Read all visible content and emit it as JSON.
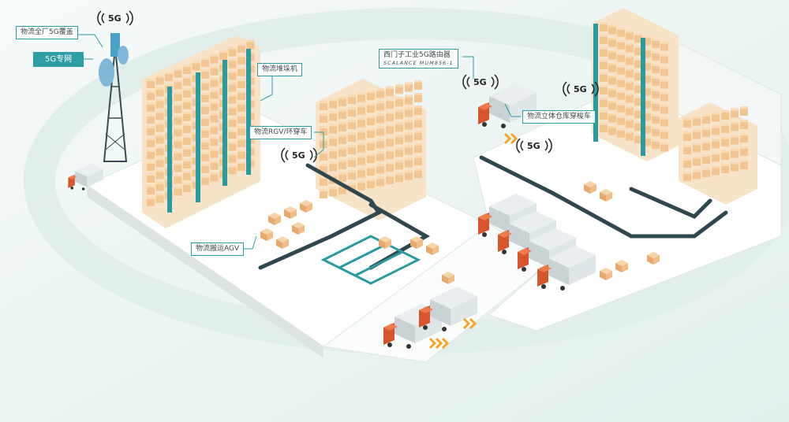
{
  "labels": {
    "factory_5g": "物流全厂5G覆盖",
    "private_5g": "5G专网",
    "stacker": "物流堆垛机",
    "rgv": "物流RGV/环穿车",
    "router_title": "西门子工业5G路由器",
    "router_model": "SCALANCE MUM856-1",
    "shuttle": "物流立体仓库穿梭车",
    "agv": "物流搬运AGV"
  },
  "signal_text": "5G",
  "colors": {
    "background": "#eef5f4",
    "floor": "#ffffff",
    "rack_column": "#2a9ba1",
    "box": "#f2c28e",
    "truck_cab": "#d8542a",
    "accent": "#2d9ea4",
    "arrow": "#f5a623"
  }
}
